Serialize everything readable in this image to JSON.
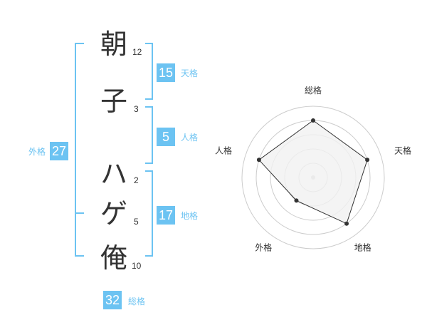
{
  "name_chars": [
    {
      "char": "朝",
      "strokes": "12"
    },
    {
      "char": "子",
      "strokes": "3"
    },
    {
      "char": "ハ",
      "strokes": "2"
    },
    {
      "char": "ゲ",
      "strokes": "5"
    },
    {
      "char": "俺",
      "strokes": "10"
    }
  ],
  "kaku": {
    "tenkaku": {
      "value": "15",
      "label": "天格"
    },
    "jinkaku": {
      "value": "5",
      "label": "人格"
    },
    "chikaku": {
      "value": "17",
      "label": "地格"
    },
    "gaikaku": {
      "value": "27",
      "label": "外格"
    },
    "soukaku": {
      "value": "32",
      "label": "総格"
    }
  },
  "chart_data": {
    "type": "radar",
    "axes": [
      "総格",
      "天格",
      "地格",
      "外格",
      "人格"
    ],
    "values": [
      4,
      4,
      4,
      2,
      4
    ],
    "max": 5,
    "colors": {
      "fill": "#f1f1f1",
      "line": "#333333",
      "grid": "#cccccc",
      "accent": "#6cc3f2"
    }
  }
}
